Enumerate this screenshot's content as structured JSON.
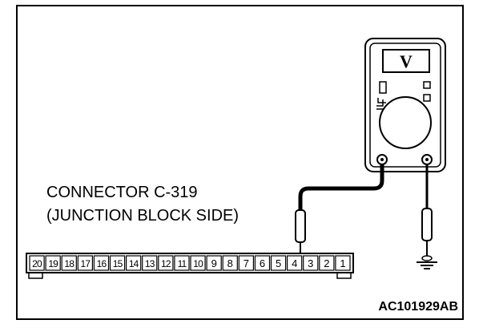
{
  "connector": {
    "caption_line1": "CONNECTOR C-319",
    "caption_line2": "(JUNCTION BLOCK SIDE)",
    "pins": [
      "20",
      "19",
      "18",
      "17",
      "16",
      "15",
      "14",
      "13",
      "12",
      "11",
      "10",
      "9",
      "8",
      "7",
      "6",
      "5",
      "4",
      "3",
      "2",
      "1"
    ],
    "probed_pin": "4"
  },
  "meter": {
    "display_symbol": "V",
    "icons": [
      "voltmeter-icon",
      "ground-symbol-icon",
      "probe-icon"
    ]
  },
  "reference_code": "AC101929AB"
}
